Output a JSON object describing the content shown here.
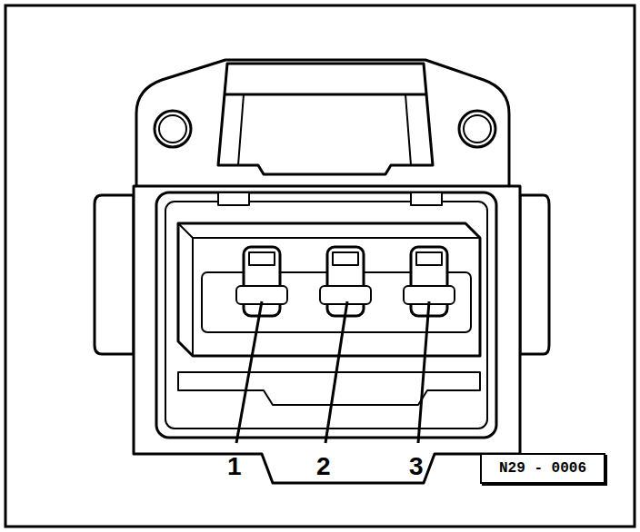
{
  "diagram": {
    "nodes": [
      {
        "text": [
          "N29 - 0006"
        ]
      }
    ],
    "labels": [
      "1",
      "2",
      "3"
    ]
  }
}
